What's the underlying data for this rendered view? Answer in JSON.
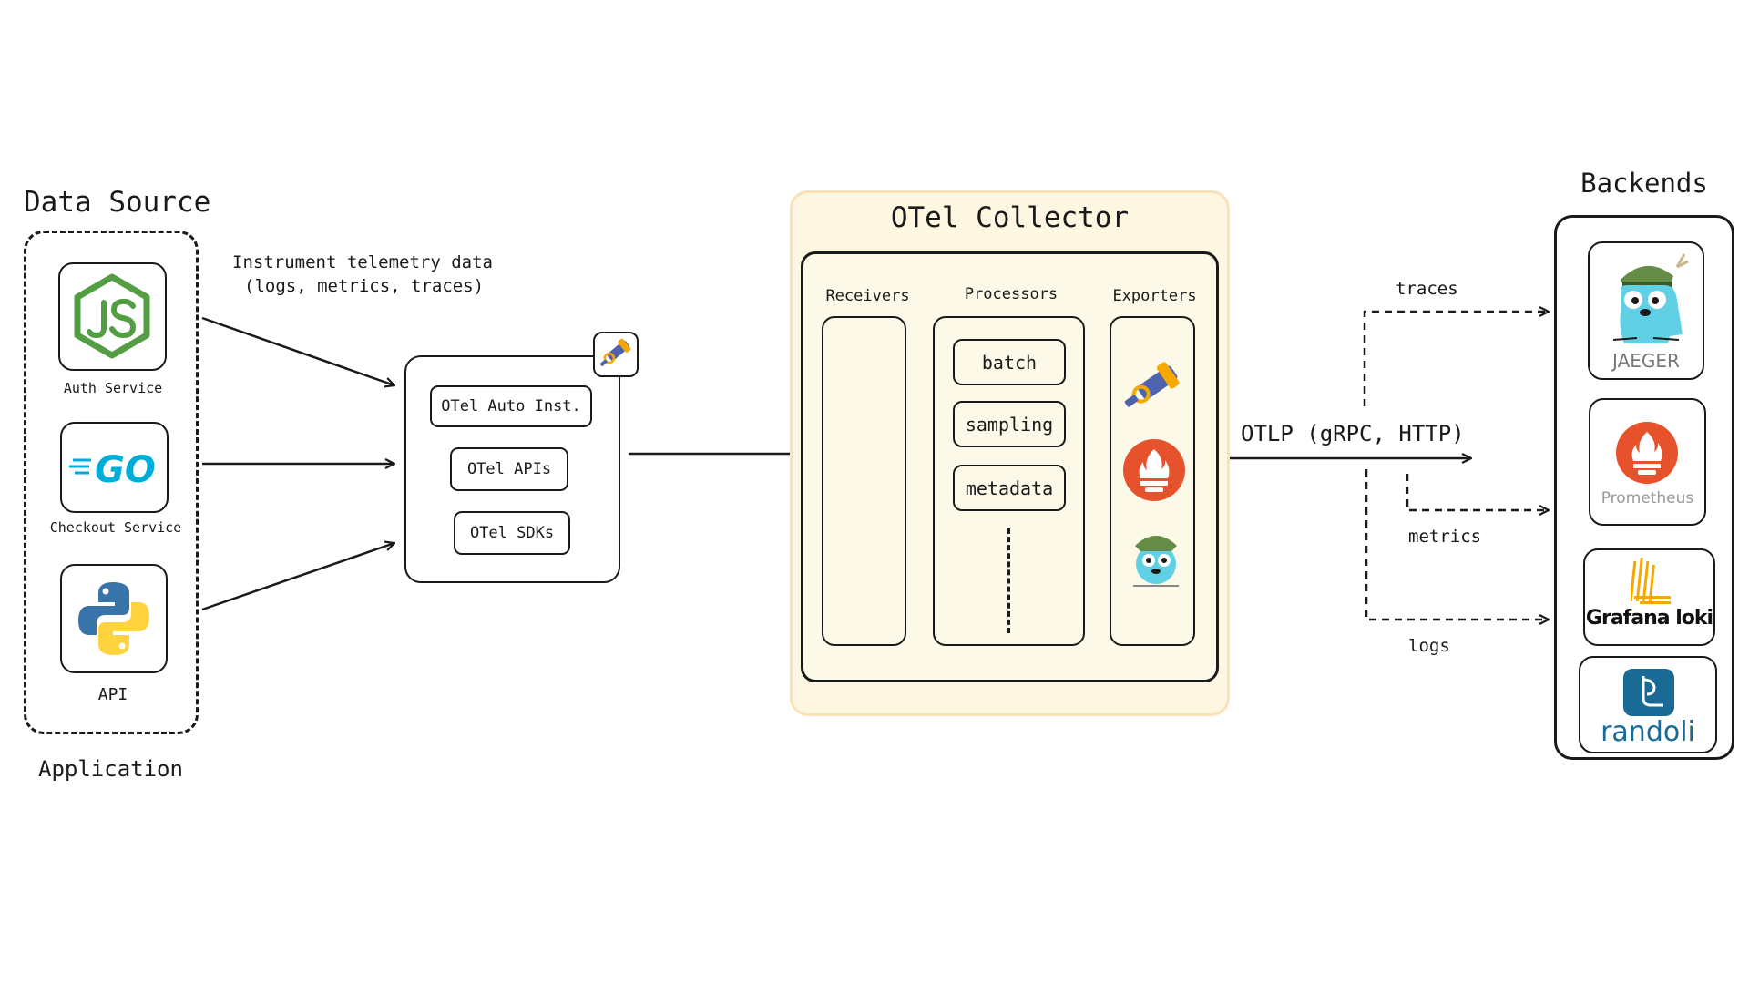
{
  "application": {
    "title": "Data Source",
    "footer": "Application",
    "services": [
      {
        "label": "Auth Service",
        "icon": "nodejs-icon"
      },
      {
        "label": "Checkout Service",
        "icon": "go-icon"
      },
      {
        "label": "API",
        "icon": "python-icon"
      }
    ]
  },
  "instrument_label": {
    "line1": "Instrument telemetry data",
    "line2": "(logs, metrics, traces)"
  },
  "sdk_box": {
    "items": [
      "OTel Auto Inst.",
      "OTel APIs",
      "OTel SDKs"
    ],
    "badge_icon": "opentelemetry-icon"
  },
  "collector": {
    "title": "OTel Collector",
    "receivers_label": "Receivers",
    "processors_label": "Processors",
    "exporters_label": "Exporters",
    "processors": [
      "batch",
      "sampling",
      "metadata"
    ],
    "exporters": [
      "opentelemetry-icon",
      "prometheus-icon",
      "jaeger-gopher-icon"
    ]
  },
  "otlp_label": "OTLP (gRPC, HTTP)",
  "signals": {
    "traces": "traces",
    "metrics": "metrics",
    "logs": "logs"
  },
  "backends": {
    "title": "Backends",
    "items": [
      {
        "name": "JAEGER",
        "icon": "jaeger-icon"
      },
      {
        "name": "Prometheus",
        "icon": "prometheus-icon"
      },
      {
        "name": "Grafana loki",
        "icon": "loki-icon"
      },
      {
        "name": "randoli",
        "icon": "randoli-icon"
      }
    ]
  },
  "colors": {
    "collector_bg": "#fdf6e0",
    "collector_border": "#f8e2b8",
    "prometheus": "#e6522c",
    "otel_blue": "#4f62ad",
    "otel_yellow": "#f5a800",
    "jaeger_cyan": "#60d0e4",
    "go_blue": "#00add8",
    "node_green": "#539e43",
    "randoli_blue": "#1a6a96"
  }
}
